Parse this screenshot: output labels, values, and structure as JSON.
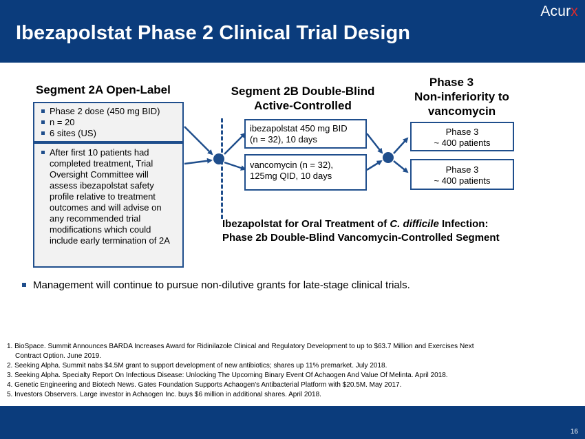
{
  "header": {
    "title": "Ibezapolstat Phase 2 Clinical Trial Design",
    "logo_main": "Acur",
    "logo_accent": "x",
    "logo_accent_color": "#e02b2b",
    "brand_color": "#0b3c7c"
  },
  "segment_2a": {
    "title": "Segment 2A Open-Label",
    "bullets": [
      "Phase 2 dose (450 mg BID)",
      "n = 20",
      "6 sites (US)"
    ],
    "detail": "After first 10 patients had completed treatment, Trial Oversight Committee will assess ibezapolstat safety profile relative to treatment outcomes and will advise on any recommended trial modifications which could include early termination of 2A"
  },
  "segment_2b": {
    "title_line1": "Segment 2B Double-Blind",
    "title_line2": "Active-Controlled",
    "arm1_line1": "ibezapolstat 450 mg BID",
    "arm1_line2": "(n = 32), 10 days",
    "arm2_line1": "vancomycin (n = 32),",
    "arm2_line2": "125mg QID, 10 days"
  },
  "phase3": {
    "title_line1": "Phase 3",
    "title_line2": "Non-inferiority to",
    "title_line3": "vancomycin",
    "box1_line1": "Phase 3",
    "box1_line2": "~ 400 patients",
    "box2_line1": "Phase 3",
    "box2_line2": "~ 400 patients"
  },
  "caption": {
    "prefix": "Ibezapolstat for Oral Treatment of ",
    "italic": "C. difficile",
    "suffix": " Infection:",
    "line2": "Phase 2b Double-Blind Vancomycin-Controlled Segment"
  },
  "main_bullet": "Management will continue to pursue non-dilutive grants for late-stage clinical trials.",
  "references": [
    "1. BioSpace. Summit Announces BARDA Increases Award for Ridinilazole Clinical and Regulatory Development  to up to $63.7 Million and Exercises Next",
    "Contract Option. June 2019.",
    "2. Seeking Alpha. Summit nabs $4.5M grant to support development  of new antibiotics; shares up 11% premarket. July 2018.",
    "3. Seeking Alpha. Specialty Report On Infectious Disease: Unlocking The Upcoming Binary Event Of Achaogen And Value Of Melinta. April 2018.",
    "4. Genetic Engineering and Biotech News. Gates Foundation Supports Achaogen's Antibacterial Platform with $20.5M. May 2017.",
    "5. Investors Observers.  Large investor in Achaogen Inc. buys $6 million in additional shares. April 2018."
  ],
  "footer": {
    "page_number": "16"
  }
}
